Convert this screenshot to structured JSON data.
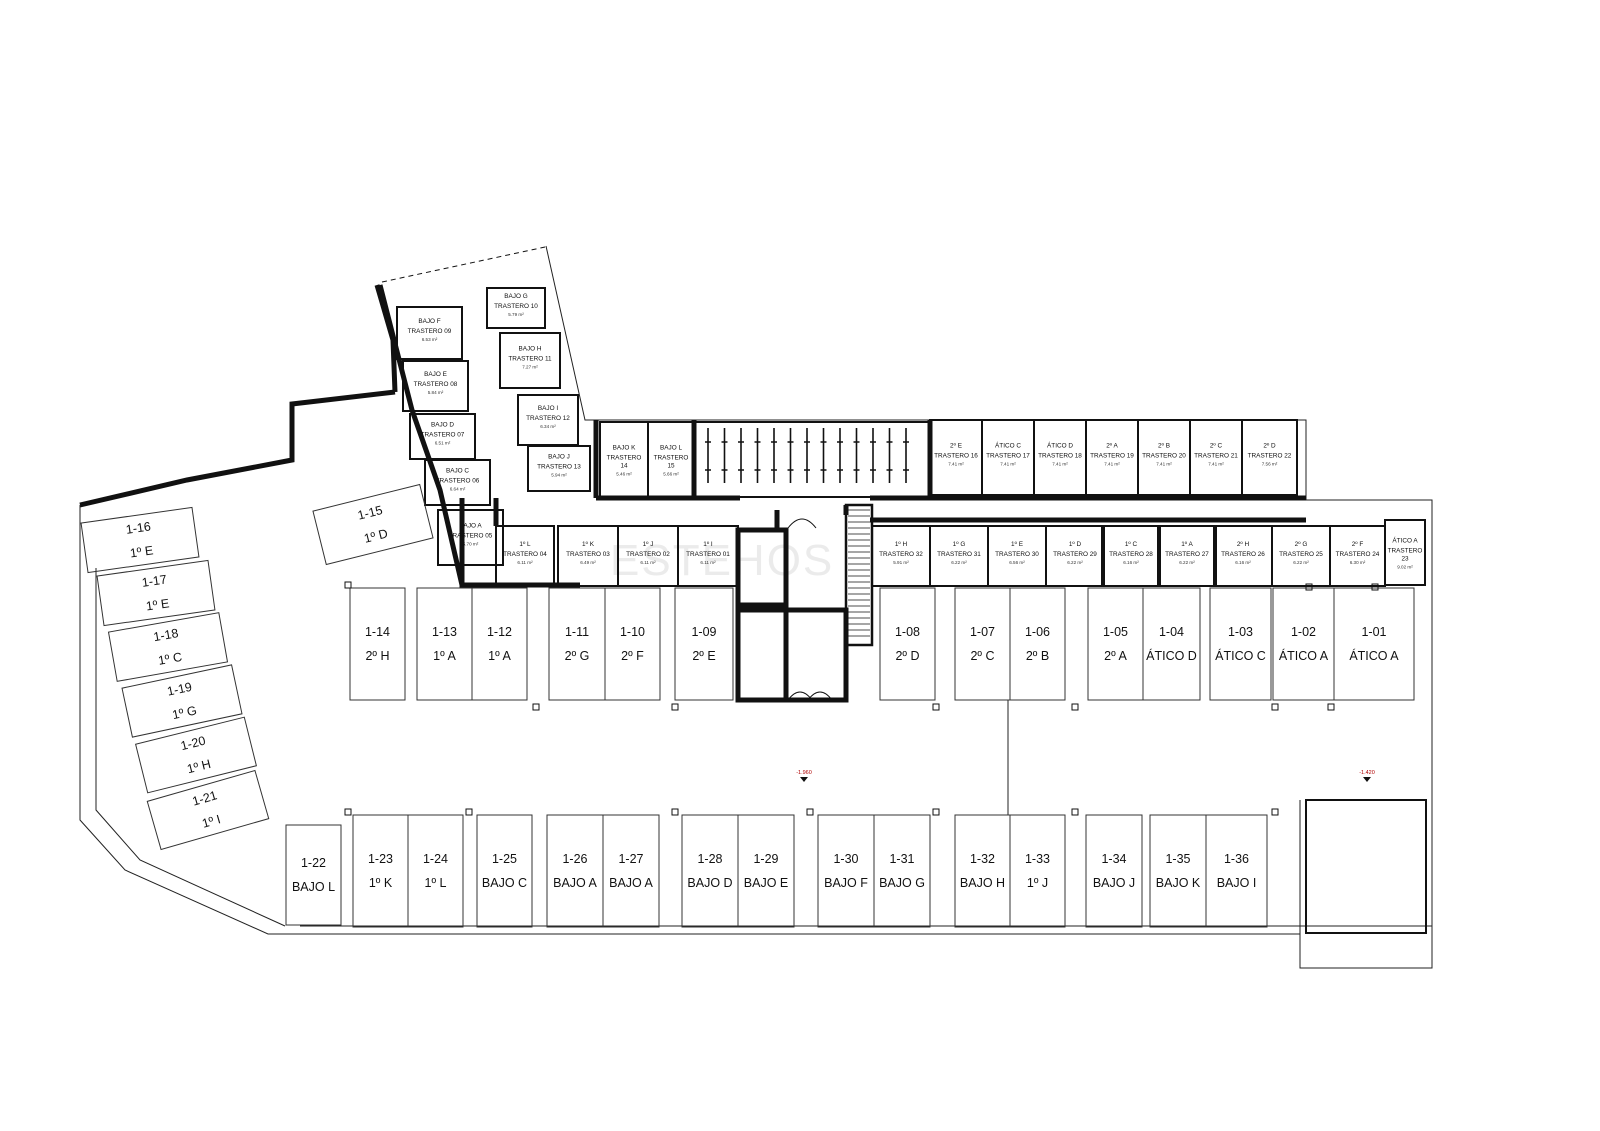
{
  "watermark": "ESTEHOS",
  "levels": [
    "-1.960",
    "-1.420"
  ],
  "parking": [
    {
      "id": "1-01",
      "unit": "ÁTICO A"
    },
    {
      "id": "1-02",
      "unit": "ÁTICO A"
    },
    {
      "id": "1-03",
      "unit": "ÁTICO C"
    },
    {
      "id": "1-04",
      "unit": "ÁTICO D"
    },
    {
      "id": "1-05",
      "unit": "2º A"
    },
    {
      "id": "1-06",
      "unit": "2º B"
    },
    {
      "id": "1-07",
      "unit": "2º C"
    },
    {
      "id": "1-08",
      "unit": "2º D"
    },
    {
      "id": "1-09",
      "unit": "2º E"
    },
    {
      "id": "1-10",
      "unit": "2º F"
    },
    {
      "id": "1-11",
      "unit": "2º G"
    },
    {
      "id": "1-12",
      "unit": "1º A"
    },
    {
      "id": "1-13",
      "unit": "1º A"
    },
    {
      "id": "1-14",
      "unit": "2º H"
    },
    {
      "id": "1-15",
      "unit": "1º D"
    },
    {
      "id": "1-16",
      "unit": "1º E"
    },
    {
      "id": "1-17",
      "unit": "1º E"
    },
    {
      "id": "1-18",
      "unit": "1º C"
    },
    {
      "id": "1-19",
      "unit": "1º G"
    },
    {
      "id": "1-20",
      "unit": "1º H"
    },
    {
      "id": "1-21",
      "unit": "1º I"
    },
    {
      "id": "1-22",
      "unit": "BAJO L"
    },
    {
      "id": "1-23",
      "unit": "1º K"
    },
    {
      "id": "1-24",
      "unit": "1º L"
    },
    {
      "id": "1-25",
      "unit": "BAJO C"
    },
    {
      "id": "1-26",
      "unit": "BAJO A"
    },
    {
      "id": "1-27",
      "unit": "BAJO A"
    },
    {
      "id": "1-28",
      "unit": "BAJO D"
    },
    {
      "id": "1-29",
      "unit": "BAJO E"
    },
    {
      "id": "1-30",
      "unit": "BAJO F"
    },
    {
      "id": "1-31",
      "unit": "BAJO G"
    },
    {
      "id": "1-32",
      "unit": "BAJO H"
    },
    {
      "id": "1-33",
      "unit": "1º J"
    },
    {
      "id": "1-34",
      "unit": "BAJO J"
    },
    {
      "id": "1-35",
      "unit": "BAJO K"
    },
    {
      "id": "1-36",
      "unit": "BAJO I"
    }
  ],
  "storage": [
    {
      "owner": "BAJO F",
      "name": "TRASTERO 09",
      "area": "6.53 m²"
    },
    {
      "owner": "BAJO G",
      "name": "TRASTERO 10",
      "area": "5.79 m²"
    },
    {
      "owner": "BAJO E",
      "name": "TRASTERO 08",
      "area": "5.84 m²"
    },
    {
      "owner": "BAJO H",
      "name": "TRASTERO 11",
      "area": "7.27 m²"
    },
    {
      "owner": "BAJO D",
      "name": "TRASTERO 07",
      "area": "6.51 m²"
    },
    {
      "owner": "BAJO I",
      "name": "TRASTERO 12",
      "area": "6.34 m²"
    },
    {
      "owner": "BAJO C",
      "name": "TRASTERO 06",
      "area": "6.64 m²"
    },
    {
      "owner": "BAJO J",
      "name": "TRASTERO 13",
      "area": "5.94 m²"
    },
    {
      "owner": "BAJO A",
      "name": "TRASTERO 05",
      "area": "5.70 m²"
    },
    {
      "owner": "BAJO K",
      "name": "TRASTERO",
      "name2": "14",
      "area": "5.46 m²"
    },
    {
      "owner": "BAJO L",
      "name": "TRASTERO",
      "name2": "15",
      "area": "5.66 m²"
    },
    {
      "owner": "2º E",
      "name": "TRASTERO 16",
      "area": "7.41 m²"
    },
    {
      "owner": "ÁTICO C",
      "name": "TRASTERO 17",
      "area": "7.41 m²"
    },
    {
      "owner": "ÁTICO D",
      "name": "TRASTERO 18",
      "area": "7.41 m²"
    },
    {
      "owner": "2º A",
      "name": "TRASTERO 19",
      "area": "7.41 m²"
    },
    {
      "owner": "2º B",
      "name": "TRASTERO 20",
      "area": "7.41 m²"
    },
    {
      "owner": "2º C",
      "name": "TRASTERO 21",
      "area": "7.41 m²"
    },
    {
      "owner": "2º D",
      "name": "TRASTERO 22",
      "area": "7.56 m²"
    },
    {
      "owner": "1º L",
      "name": "TRASTERO 04",
      "area": "6.11 m²"
    },
    {
      "owner": "1º K",
      "name": "TRASTERO 03",
      "area": "6.49 m²"
    },
    {
      "owner": "1º J",
      "name": "TRASTERO 02",
      "area": "6.11 m²"
    },
    {
      "owner": "1º I",
      "name": "TRASTERO 01",
      "area": "6.11 m²"
    },
    {
      "owner": "1º H",
      "name": "TRASTERO 32",
      "area": "5.91 m²"
    },
    {
      "owner": "1º G",
      "name": "TRASTERO 31",
      "area": "6.22 m²"
    },
    {
      "owner": "1º E",
      "name": "TRASTERO 30",
      "area": "6.56 m²"
    },
    {
      "owner": "1º D",
      "name": "TRASTERO 29",
      "area": "6.22 m²"
    },
    {
      "owner": "1º C",
      "name": "TRASTERO 28",
      "area": "6.16 m²"
    },
    {
      "owner": "1º A",
      "name": "TRASTERO 27",
      "area": "6.22 m²"
    },
    {
      "owner": "2º H",
      "name": "TRASTERO 26",
      "area": "6.16 m²"
    },
    {
      "owner": "2º G",
      "name": "TRASTERO 25",
      "area": "6.22 m²"
    },
    {
      "owner": "2º F",
      "name": "TRASTERO 24",
      "area": "6.30 m²"
    },
    {
      "owner": "ÁTICO A",
      "name": "TRASTERO",
      "name2": "23",
      "area": "9.02 m²"
    }
  ]
}
